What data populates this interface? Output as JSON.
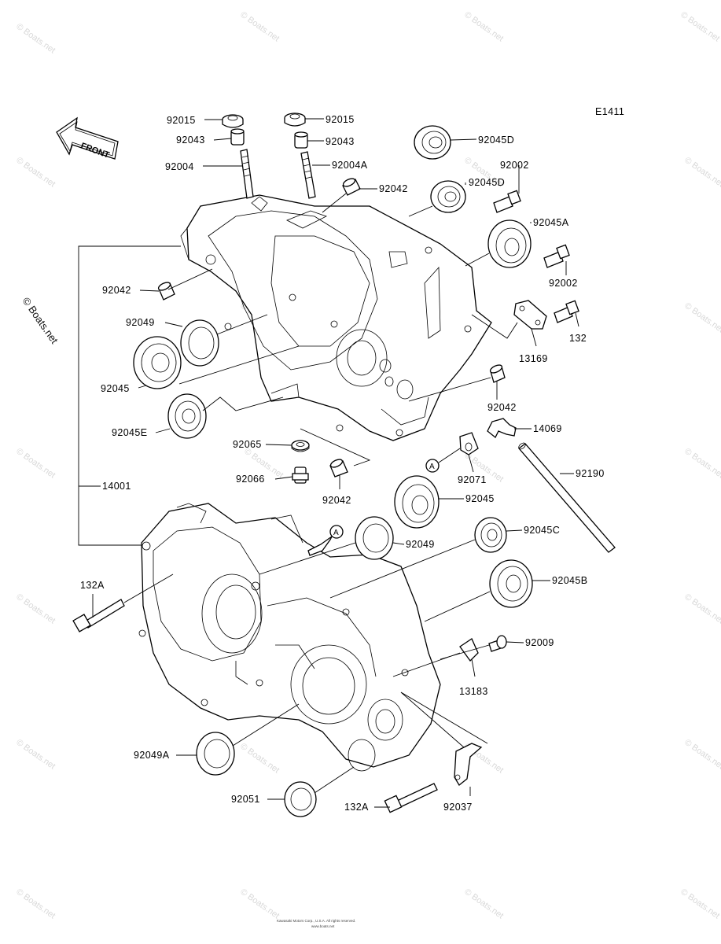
{
  "diagram_code": "E1411",
  "front_label": "FRONT",
  "side_watermark": "© Boats.net",
  "watermark_text": "© Boats.net",
  "copyright_line1": "Kawasaki Motors Corp., U.S.A. All rights reserved.",
  "copyright_line2": "www.boats.net",
  "callout_a": "A",
  "labels": {
    "l92015a": "92015",
    "l92015b": "92015",
    "l92043a": "92043",
    "l92043b": "92043",
    "l92004": "92004",
    "l92004A": "92004A",
    "l92042a": "92042",
    "l92045Da": "92045D",
    "l92045Db": "92045D",
    "l92002a": "92002",
    "l92002b": "92002",
    "l92045A": "92045A",
    "l92042b": "92042",
    "l92049a": "92049",
    "l92045a": "92045",
    "l92045E": "92045E",
    "l132": "132",
    "l13169": "13169",
    "l92042c": "92042",
    "l14069": "14069",
    "l92065": "92065",
    "l92066": "92066",
    "l92042d": "92042",
    "l92071": "92071",
    "l92190": "92190",
    "l14001": "14001",
    "l92045b": "92045",
    "l92049b": "92049",
    "l92045C": "92045C",
    "l132A1": "132A",
    "l92045B": "92045B",
    "l92009": "92009",
    "l13183": "13183",
    "l92049A": "92049A",
    "l92051": "92051",
    "l132A2": "132A",
    "l92037": "92037"
  }
}
